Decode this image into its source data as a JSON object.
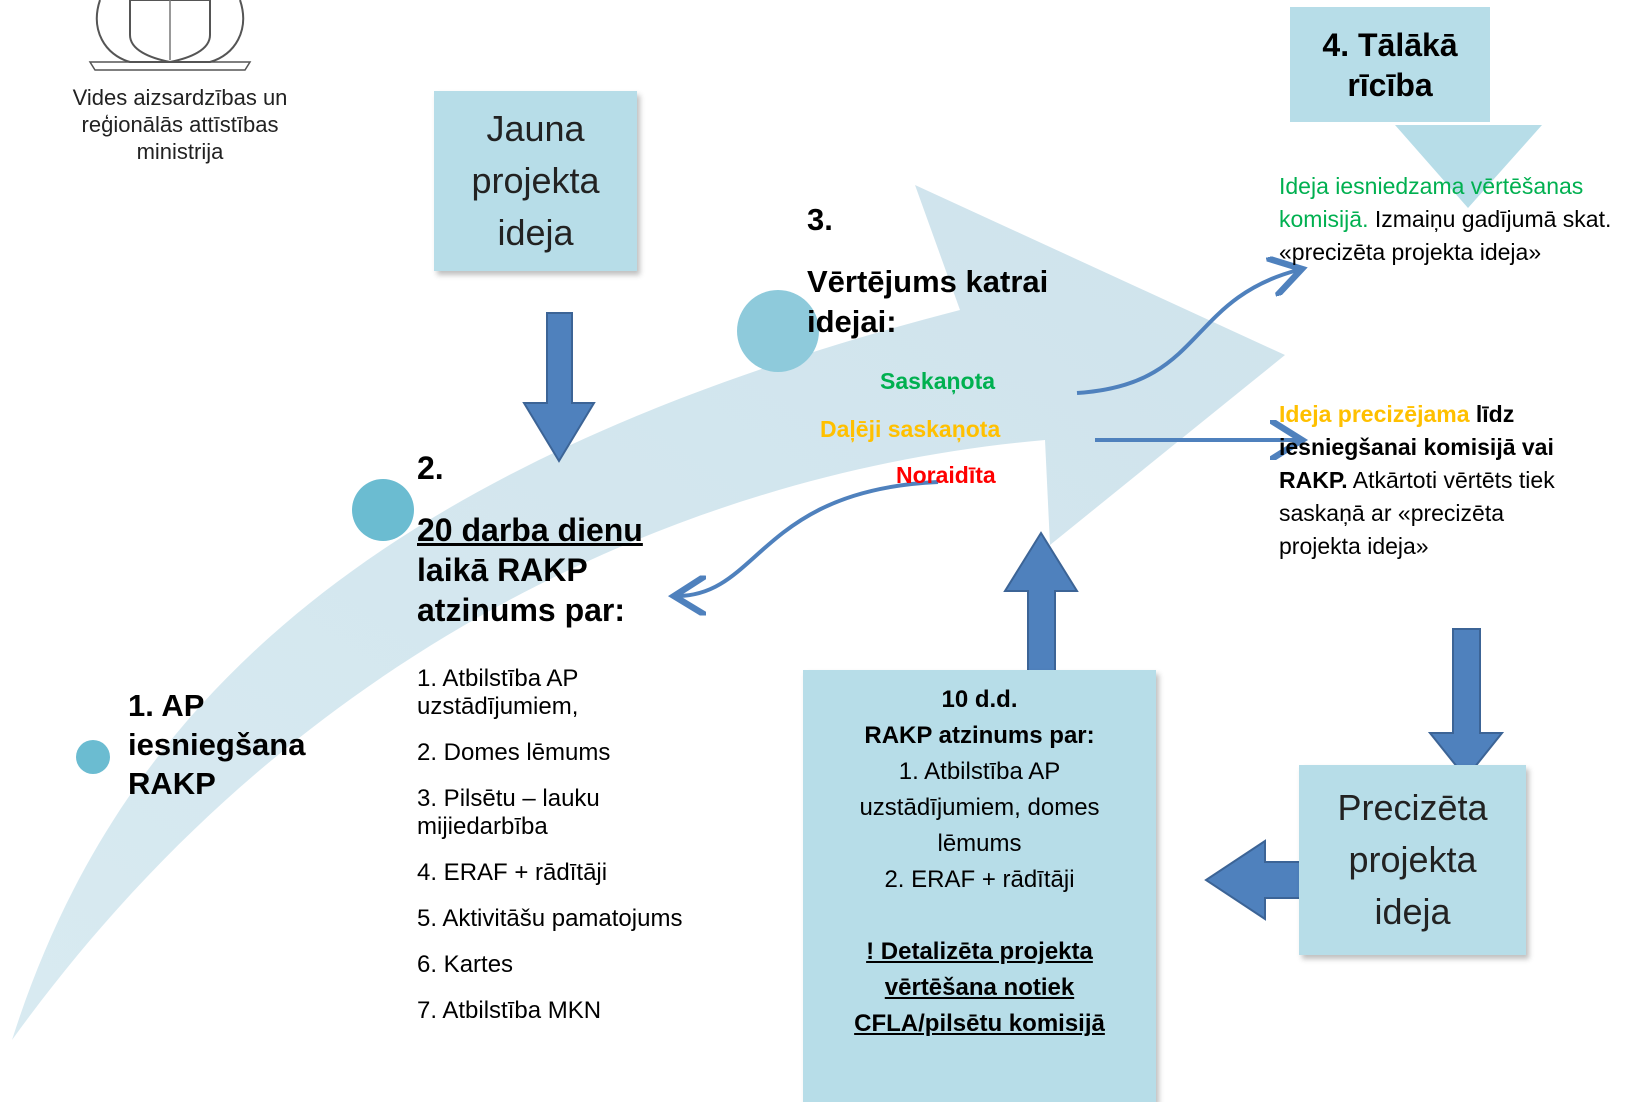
{
  "logo": {
    "name": "coat-of-arms-icon",
    "lines": [
      "Vides aizsardzības un",
      "reģionālās attīstības",
      "ministrija"
    ]
  },
  "colors": {
    "box": "#b7dde8",
    "arrow": "#4f81bd",
    "circle": "#6bbcd1",
    "green": "#00b050",
    "amber": "#ffc000",
    "red": "#ff0000"
  },
  "step1": {
    "title": "1. AP iesniegšana RAKP"
  },
  "new_idea_box": {
    "lines": [
      "Jauna",
      "projekta",
      "ideja"
    ]
  },
  "step2": {
    "number": "2.",
    "heading_underlined": "20 darba dienu",
    "heading_rest": "laikā RAKP atzinums par:",
    "items": [
      "1. Atbilstība AP uzstādījumiem,",
      "2. Domes lēmums",
      "3. Pilsētu – lauku mijiedarbība",
      "4. ERAF + rādītāji",
      "5. Aktivitāšu pamatojums",
      "6. Kartes",
      "7. Atbilstība MKN"
    ]
  },
  "step3": {
    "number": "3.",
    "heading": "Vērtējums katrai idejai:",
    "statuses": {
      "approved": "Saskaņota",
      "partial": "Daļēji saskaņota",
      "rejected": "Noraidīta"
    }
  },
  "step4": {
    "title": "4. Tālākā rīcība"
  },
  "outcome_green": {
    "green": "Ideja iesniedzama vērtēšanas komisijā.",
    "rest": "Izmaiņu gadījumā skat. «precizēta projekta ideja»"
  },
  "outcome_yellow": {
    "yellow": "Ideja precizējama",
    "bold": "līdz iesniegšanai komisijā vai RAKP.",
    "rest": "Atkārtoti vērtēts tiek saskaņā ar «precizēta projekta ideja»"
  },
  "refined_box": {
    "lines": [
      "Precizēta",
      "projekta",
      "ideja"
    ]
  },
  "box_10dd": {
    "title": "10 d.d.",
    "subtitle": "RAKP atzinums par:",
    "item1": "1. Atbilstība AP uzstādījumiem, domes lēmums",
    "item2": "2. ERAF + rādītāji",
    "note": "! Detalizēta projekta vērtēšana notiek CFLA/pilsētu komisijā"
  }
}
